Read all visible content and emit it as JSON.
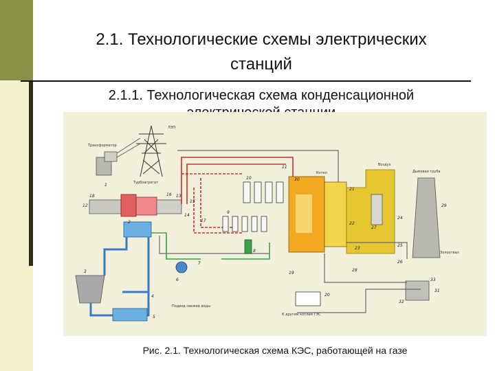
{
  "slide": {
    "title_line1": "2.1. Технологические схемы электрических",
    "title_line2": "станций",
    "subtitle_line1": "2.1.1. Технологическая схема конденсационной",
    "subtitle_line2": "электрической станции",
    "caption": "Рис. 2.1. Технологическая схема КЭС, работающей на газе"
  },
  "diagram": {
    "labels": {
      "lep": "ЛЭП",
      "transformer": "Трансформатор",
      "turbine": "Турбоагрегат",
      "boiler": "Котел",
      "air": "Воздух",
      "chimney": "Дымовая труба",
      "gas": "К другим котлам ГЭС",
      "water": "Подвод свежей воды",
      "ash": "Золоотвал"
    },
    "numbers": [
      "1",
      "2",
      "3",
      "4",
      "5",
      "6",
      "7",
      "8",
      "9",
      "10",
      "11",
      "12",
      "13",
      "14",
      "15",
      "16",
      "17",
      "18",
      "19",
      "20",
      "21",
      "22",
      "23",
      "24",
      "25",
      "26",
      "27",
      "28",
      "29",
      "30",
      "31",
      "32",
      "33"
    ],
    "colors": {
      "steam": "#c83028",
      "water": "#3a78c8",
      "gas_duct": "#e6c630",
      "boiler": "#f2a820",
      "pipe": "#6a6a6a",
      "condensate": "#3aa04a"
    }
  }
}
